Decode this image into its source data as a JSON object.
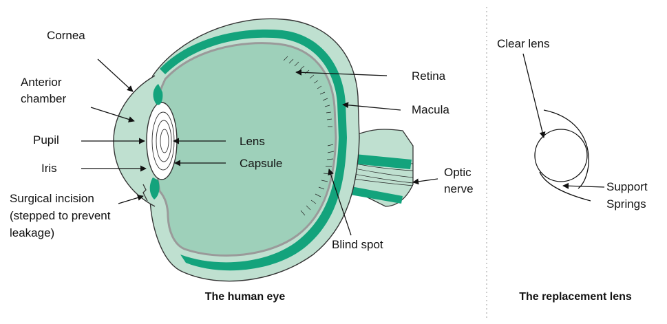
{
  "colors": {
    "sclera": "#bfe0d0",
    "vitreous": "#9ed0ba",
    "choroid": "#13a37c",
    "outline": "#333333",
    "lens_rim": "#9a9a9a",
    "divider": "#bdbdbd"
  },
  "eye": {
    "caption": "The human eye",
    "labels": {
      "cornea": "Cornea",
      "anterior_chamber_1": "Anterior",
      "anterior_chamber_2": "chamber",
      "pupil": "Pupil",
      "iris": "Iris",
      "incision_1": "Surgical incision",
      "incision_2": "(stepped to prevent",
      "incision_3": "leakage)",
      "lens": "Lens",
      "capsule": "Capsule",
      "retina": "Retina",
      "macula": "Macula",
      "optic_1": "Optic",
      "optic_2": "nerve",
      "blind_spot": "Blind spot"
    }
  },
  "replacement": {
    "caption": "The replacement lens",
    "labels": {
      "clear_lens": "Clear lens",
      "support_1": "Support",
      "support_2": "Springs"
    }
  }
}
